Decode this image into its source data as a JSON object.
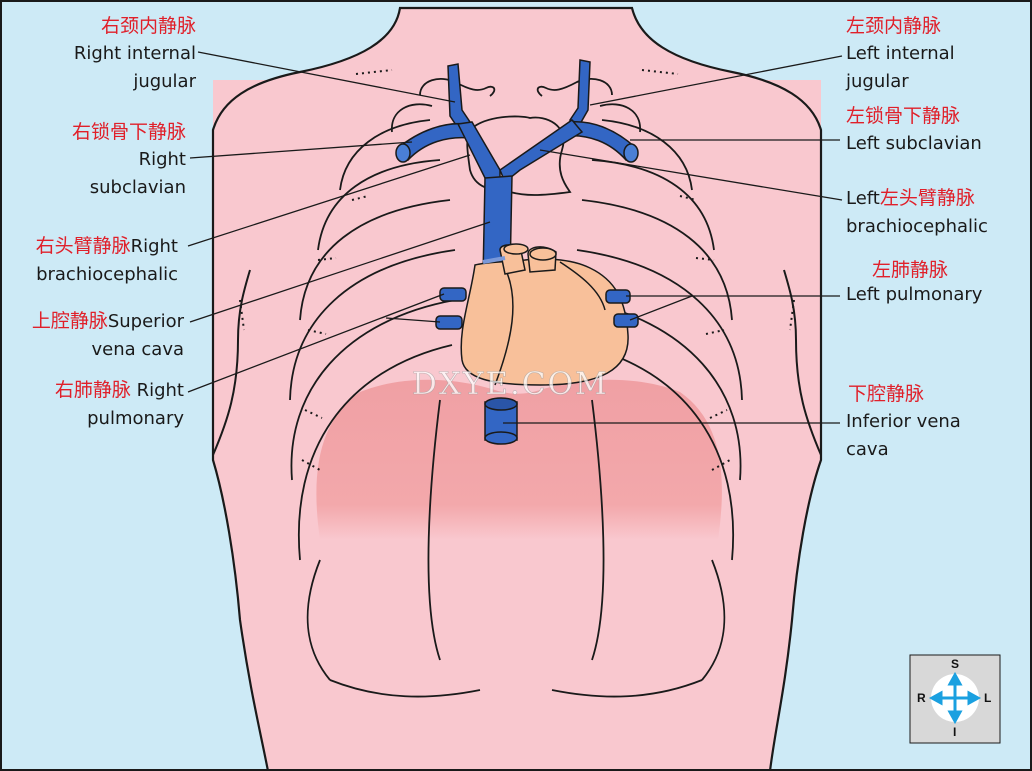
{
  "labels": {
    "right_internal_jugular": {
      "cn": "右颈内静脉",
      "en1": "Right internal",
      "en2": "jugular"
    },
    "right_subclavian": {
      "cn": "右锁骨下静脉",
      "en1": "Right",
      "en2": "subclavian"
    },
    "right_brachiocephalic": {
      "cn": "右头臂静脉",
      "en1": "Right",
      "en2": "brachiocephalic"
    },
    "superior_vena_cava": {
      "cn": "上腔静脉",
      "en1": "Superior",
      "en2": "vena cava"
    },
    "right_pulmonary": {
      "cn": "右肺静脉",
      "en1": "Right",
      "en2": "pulmonary"
    },
    "left_internal_jugular": {
      "cn": "左颈内静脉",
      "en1": "Left internal",
      "en2": "jugular"
    },
    "left_subclavian": {
      "cn": "左锁骨下静脉",
      "en1": "Left subclavian"
    },
    "left_brachiocephalic": {
      "en_prefix": "Left",
      "cn": "左头臂静脉",
      "en2": "brachiocephalic"
    },
    "left_pulmonary": {
      "cn": "左肺静脉",
      "en1": "Left pulmonary"
    },
    "inferior_vena_cava": {
      "cn": "下腔静脉",
      "en1": "Inferior vena",
      "en2": "cava"
    }
  },
  "watermark": "DXYE.COM",
  "compass": {
    "top": "S",
    "bottom": "I",
    "left": "R",
    "right": "L"
  },
  "colors": {
    "background": "#cdeaf6",
    "skin": "#f9c8cf",
    "body_tint": "#f6bcc4",
    "diaphragm": "#f0a3a6",
    "vein": "#3366c4",
    "heart": "#f8c09a",
    "label_cn": "#e0202a"
  }
}
